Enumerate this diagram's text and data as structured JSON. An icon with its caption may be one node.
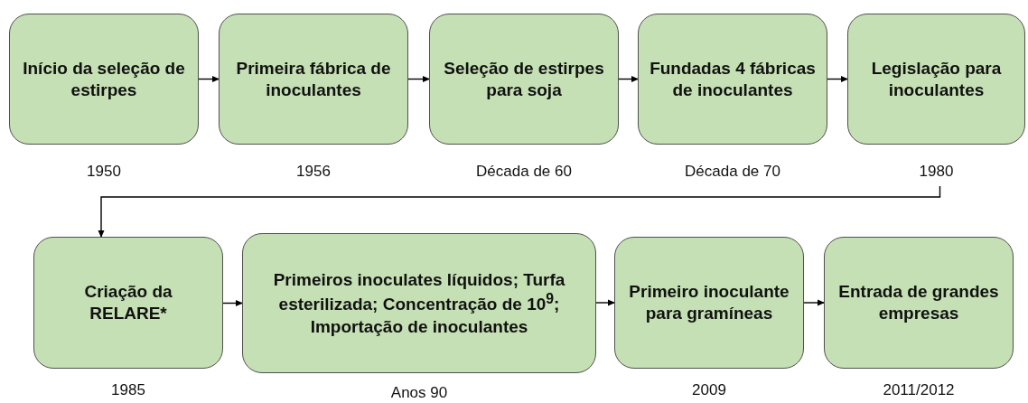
{
  "diagram": {
    "nodes": [
      {
        "text": [
          "Início da seleção de estirpes"
        ],
        "beside": [
          "1950"
        ]
      },
      {
        "text": [
          "Primeira fábrica de inoculantes"
        ],
        "beside": [
          "1956"
        ]
      },
      {
        "text": [
          "Seleção de estirpes para soja"
        ],
        "beside": [
          "Década de 60"
        ]
      },
      {
        "text": [
          "Fundadas 4 fábricas de inoculantes"
        ],
        "beside": [
          "Década de 70"
        ]
      },
      {
        "text": [
          "Legislação para inoculantes"
        ],
        "beside": [
          "1980"
        ]
      },
      {
        "text": [
          "Criação da RELARE*"
        ],
        "beside": [
          "1985"
        ]
      },
      {
        "text": [
          "Primeiros inoculates líquidos; Turfa esterilizada; Concentração de 10$^{9}$; Importação de inoculantes"
        ],
        "beside": [
          "Anos 90"
        ]
      },
      {
        "text": [
          "Primeiro inoculante para gramíneas"
        ],
        "beside": [
          "2009"
        ]
      },
      {
        "text": [
          "Entrada de grandes empresas"
        ],
        "beside": [
          "2011/2012"
        ]
      }
    ],
    "edges": [
      {
        "from": 0,
        "to": 1,
        "arrow": "to"
      },
      {
        "from": 1,
        "to": 2,
        "arrow": "to"
      },
      {
        "from": 2,
        "to": 3,
        "arrow": "to"
      },
      {
        "from": 3,
        "to": 4,
        "arrow": "to"
      },
      {
        "from": 4,
        "to": 5,
        "arrow": "to"
      },
      {
        "from": 5,
        "to": 6,
        "arrow": "to"
      },
      {
        "from": 6,
        "to": 7,
        "arrow": "to"
      },
      {
        "from": 7,
        "to": 8,
        "arrow": "to"
      }
    ]
  }
}
